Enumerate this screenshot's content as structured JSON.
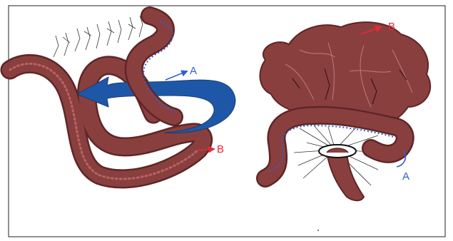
{
  "left_figure": {
    "label_A": "A",
    "label_B": "B",
    "color_A": "#2f5fd0",
    "color_B": "#e8283a"
  },
  "right_figure": {
    "label_A": "A",
    "label_B": "B",
    "color_A": "#2f5fd0",
    "color_B": "#e8283a"
  },
  "colors": {
    "intestine": "#8a3f3f",
    "intestine_dark": "#5e2626",
    "rotation_arrow": "#1f57a8",
    "mesentery_lines": "#333333"
  }
}
